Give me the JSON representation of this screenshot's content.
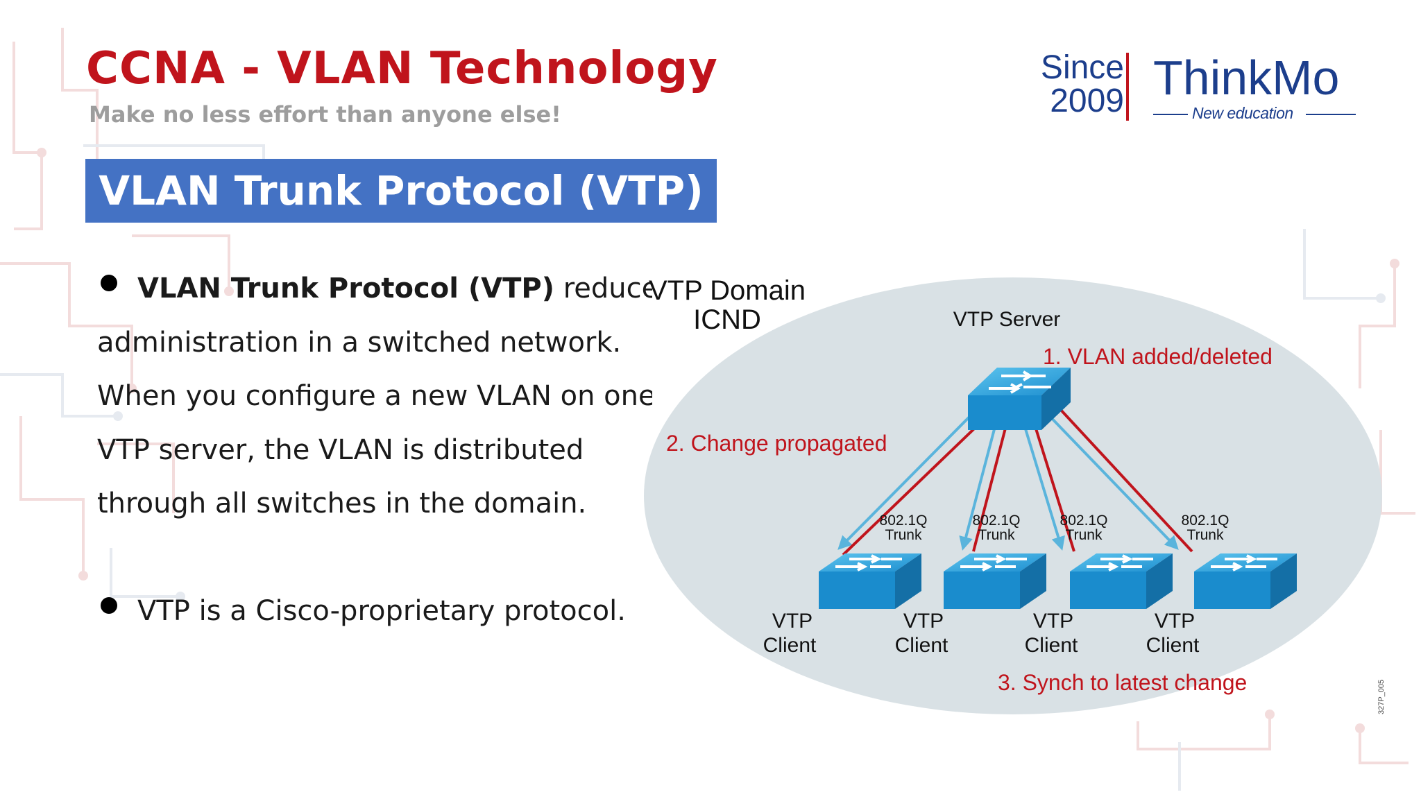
{
  "header": {
    "title": "CCNA - VLAN Technology",
    "subtitle": "Make no less effort than anyone else!"
  },
  "logo": {
    "since_line1": "Since",
    "since_line2": "2009",
    "name": "ThinkMo",
    "tagline": "New education"
  },
  "banner": {
    "text": "VLAN Trunk Protocol (VTP)"
  },
  "bullets": [
    {
      "lead": "VLAN Trunk Protocol (VTP)",
      "line1_rest": " reduces",
      "lines": [
        "administration in a switched network.",
        "When you configure a new VLAN on one",
        "VTP server, the VLAN is distributed",
        "through all switches in the domain."
      ]
    },
    {
      "text": "VTP is a Cisco-proprietary protocol."
    }
  ],
  "diagram": {
    "domain_line1": "VTP Domain",
    "domain_line2": "ICND",
    "server_label": "VTP Server",
    "step1": "1. VLAN added/deleted",
    "step2": "2. Change propagated",
    "step3": "3. Synch to latest change",
    "trunk_line1": "802.1Q",
    "trunk_line2": "Trunk",
    "client_line1": "VTP",
    "client_line2": "Client",
    "figure_code": "327P_005"
  },
  "colors": {
    "title_red": "#c0141c",
    "brand_blue": "#1c3e8c",
    "banner_blue": "#4472c4",
    "domain_ellipse": "#d9e1e5",
    "switch_blue": "#2a9ad6",
    "link_red": "#c0141c",
    "link_blue": "#5ab4dc",
    "annotation_red": "#c0141c"
  }
}
